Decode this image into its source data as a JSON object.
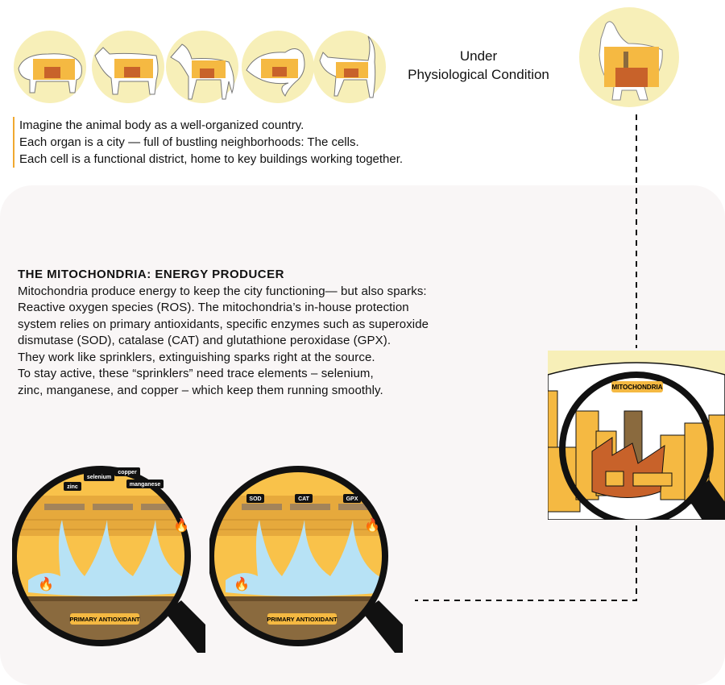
{
  "header": {
    "animals": [
      "pig-icon",
      "cow-icon",
      "horse-icon",
      "fish-icon",
      "cat-icon"
    ],
    "condition_line1": "Under",
    "condition_line2": "Physiological Condition",
    "featured_animal": "chicken-icon"
  },
  "intro": {
    "lines": [
      "Imagine the animal body as a well-organized country.",
      "Each organ is a city — full of bustling neighborhoods: The cells.",
      "Each cell is a functional district, home to key buildings working together."
    ]
  },
  "mitochondria": {
    "title": "THE MITOCHONDRIA: ENERGY PRODUCER",
    "lines": [
      "Mitochondria produce energy to keep the city functioning— but also sparks:",
      "Reactive oxygen species (ROS). The mitochondria’s in-house protection",
      "system relies on primary antioxidants, specific enzymes such as superoxide",
      "dismutase (SOD), catalase (CAT) and glutathione peroxidase (GPX).",
      "They work like sprinklers, extinguishing sparks right at the source.",
      "To stay active, these “sprinklers” need trace elements – selenium,",
      "zinc, manganese, and copper – which keep them running smoothly."
    ],
    "badge": "MITOCHONDRIA"
  },
  "magnifiers": [
    {
      "labels": [
        "zinc",
        "selenium",
        "copper",
        "manganese"
      ],
      "footer": "PRIMARY ANTIOXIDANT"
    },
    {
      "labels": [
        "SOD",
        "CAT",
        "GPX"
      ],
      "footer": "PRIMARY ANTIOXIDANT"
    }
  ],
  "colors": {
    "cream": "#f7efb8",
    "orange": "#f5b942",
    "brick": "#c8622a",
    "brown": "#8a6a3e",
    "water": "#b7e2f5",
    "panel": "#f9f6f6"
  }
}
